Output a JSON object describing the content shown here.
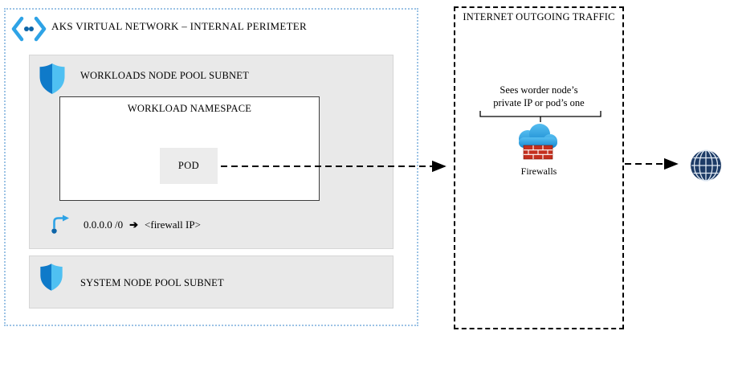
{
  "aks": {
    "title": "AKS VIRTUAL NETWORK – INTERNAL PERIMETER",
    "workloads_subnet": {
      "label": "WORKLOADS NODE POOL SUBNET",
      "namespace_label": "WORKLOAD NAMESPACE",
      "pod_label": "POD",
      "route": {
        "prefix": "0.0.0.0 /0",
        "arrow": "➔",
        "target": "<firewall IP>"
      }
    },
    "system_subnet": {
      "label": "SYSTEM NODE POOL SUBNET"
    }
  },
  "internet": {
    "title": "INTERNET OUTGOING TRAFFIC",
    "annotation": {
      "line1": "Sees worder node’s",
      "line2": "private IP or pod’s one"
    },
    "firewall_label": "Firewalls"
  },
  "icons": {
    "vnet": "azure-virtual-network-icon",
    "workloads_shield": "subnet-shield-icon",
    "system_shield": "subnet-shield-icon",
    "route": "route-table-icon",
    "firewall_cloud": "firewall-cloud-icon",
    "globe": "internet-globe-icon"
  },
  "colors": {
    "vnet_border": "#9cc3e5",
    "subnet_bg": "#e9e9e9",
    "shield_dark": "#0f7ac9",
    "shield_light": "#4fc0f2",
    "cloud_blue": "#2d9ce0",
    "firewall_red": "#c4301f",
    "globe_navy": "#1d3b66",
    "arrow_black": "#000000"
  }
}
